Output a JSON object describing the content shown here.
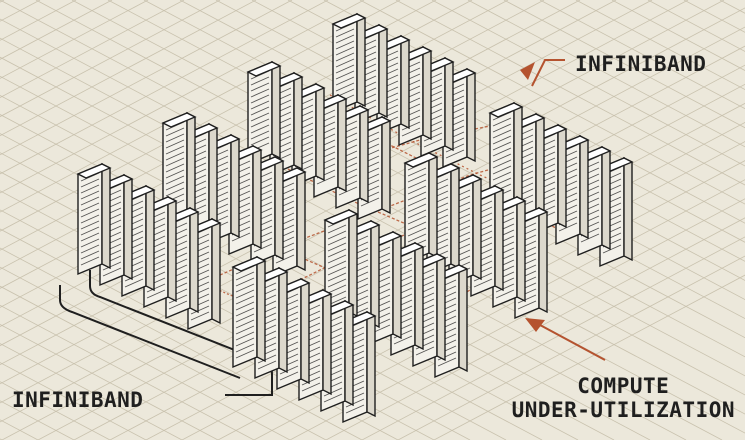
{
  "labels": {
    "infiniband_top": "INFINIBAND",
    "infiniband_bottom_left": "INFINIBAND",
    "compute_line1": "COMPUTE",
    "compute_line2": "UNDER-UTILIZATION"
  },
  "icons": [
    "server-rack-icon",
    "cable-arrow-icon"
  ],
  "colors": {
    "background": "#ece8db",
    "grid": "#c9c2ae",
    "ink": "#1f1f1f",
    "cable": "#b5532f",
    "rack_front": "#f3f1ea",
    "rack_side": "#dcd8cc",
    "rack_top": "#ffffff"
  }
}
